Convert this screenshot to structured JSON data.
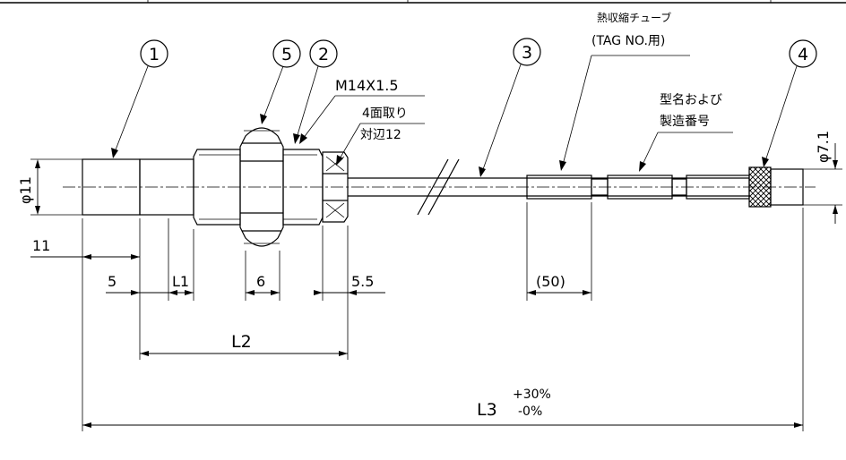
{
  "balloons": [
    "1",
    "5",
    "2",
    "3",
    "4"
  ],
  "notes": {
    "thread": "M14X1.5",
    "flats_line1": "4面取り",
    "flats_line2": "対辺12",
    "heat_shrink_line1": "熱収縮チューブ",
    "heat_shrink_line2": "(TAG NO.用)",
    "model_line1": "型名および",
    "model_line2": "製造番号"
  },
  "dimensions": {
    "dia_left": "φ11",
    "dia_right": "φ7.1",
    "d11": "11",
    "d5": "5",
    "dL1": "L1",
    "d6": "6",
    "d55": "5.5",
    "d50": "(50)",
    "dL2": "L2",
    "dL3": "L3",
    "tol_plus": "+30%",
    "tol_minus": "-0%"
  }
}
